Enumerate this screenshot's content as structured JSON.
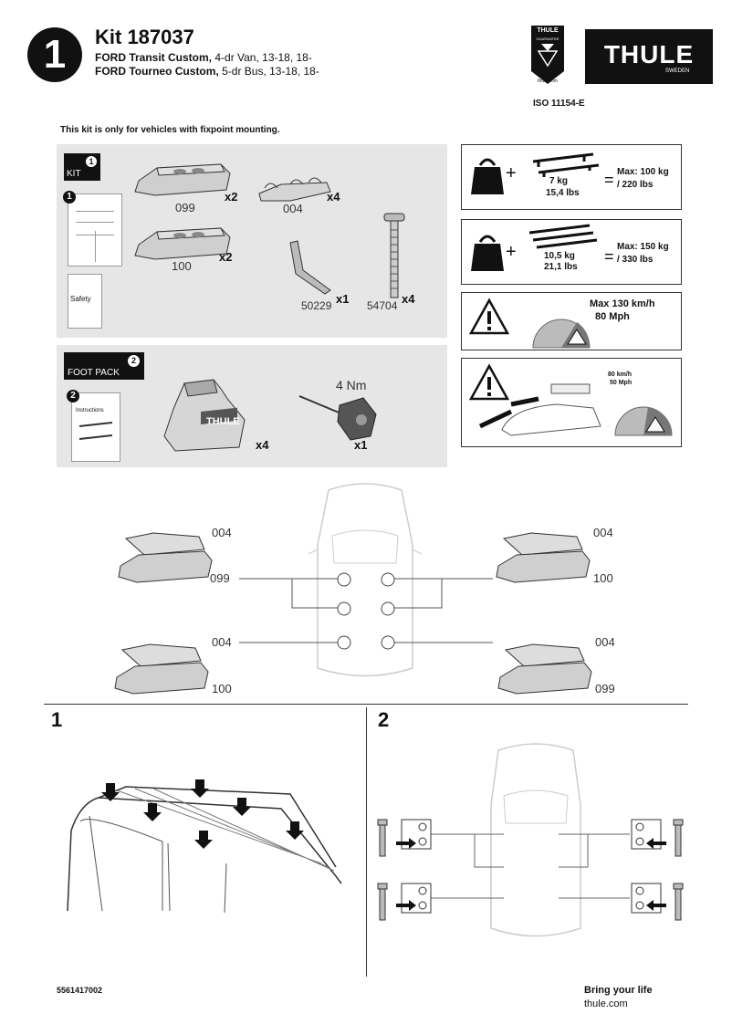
{
  "header": {
    "step_number": "1",
    "kit_title": "Kit 187037",
    "vehicle_line1_bold": "FORD Transit Custom,",
    "vehicle_line1_rest": " 4-dr Van, 13-18, 18-",
    "vehicle_line2_bold": "FORD Tourneo Custom,",
    "vehicle_line2_rest": " 5-dr Bus, 13-18, 18-",
    "guarantee_badge_top": "THULE",
    "guarantee_badge_mid": "GUARANTEE",
    "guarantee_badge_bottom": "thule.com",
    "brand": "THULE",
    "brand_sub": "SWEDEN",
    "iso": "ISO 11154-E"
  },
  "notice": "This kit is only for vehicles with fixpoint mounting.",
  "kit_panel": {
    "badge_number": "1",
    "badge_label": "KIT",
    "manual_number": "1",
    "safety_label": "Safety",
    "parts": [
      {
        "id": "099",
        "qty": "x2"
      },
      {
        "id": "004",
        "qty": "x4"
      },
      {
        "id": "100",
        "qty": "x2"
      },
      {
        "id": "50229",
        "qty": "x1"
      },
      {
        "id": "54704",
        "qty": "x4"
      }
    ]
  },
  "foot_panel": {
    "badge_number": "2",
    "badge_label": "FOOT PACK",
    "manual_number": "2",
    "instructions_label": "Instructions",
    "foot_qty": "x4",
    "foot_brand": "THULE",
    "torque": "4 Nm",
    "tool_qty": "x1"
  },
  "load_boxes": [
    {
      "bar_weight": "7 kg",
      "bar_weight_lbs": "15,4 lbs",
      "max": "Max: 100 kg",
      "max_lbs": "/ 220 lbs"
    },
    {
      "bar_weight": "10,5 kg",
      "bar_weight_lbs": "21,1 lbs",
      "max": "Max: 150 kg",
      "max_lbs": "/ 330 lbs"
    }
  ],
  "speed_box": {
    "max_speed": "Max  130 km/h",
    "max_speed_mph": "80 Mph"
  },
  "loading_box": {
    "speed": "80 km/h",
    "speed_mph": "50 Mph"
  },
  "layout_labels": {
    "tl_top": "004",
    "tl_bottom": "099",
    "tr_top": "004",
    "tr_bottom": "100",
    "bl_top": "004",
    "bl_bottom": "100",
    "br_top": "004",
    "br_bottom": "099"
  },
  "steps": {
    "step1": "1",
    "step2": "2"
  },
  "footer": {
    "part_number": "5561417002",
    "slogan": "Bring your life",
    "url": "thule.com"
  }
}
